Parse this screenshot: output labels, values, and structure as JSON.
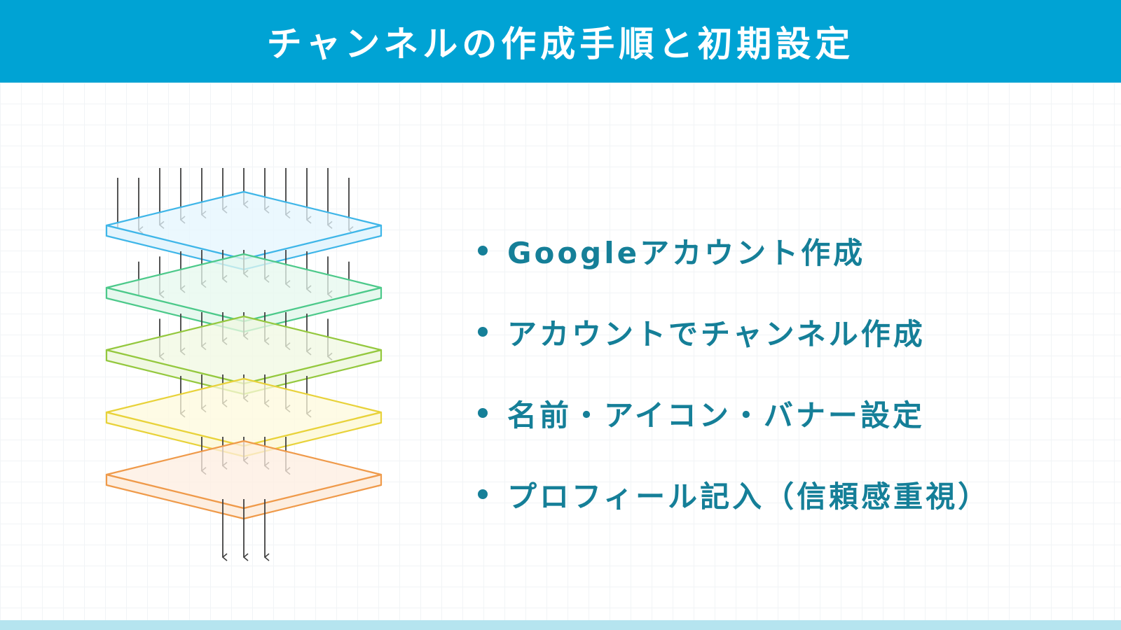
{
  "colors": {
    "header_bg": "#00a3d4",
    "text": "#157f98",
    "footer_bar": "#b5e4ef",
    "arrow": "#404040",
    "layers": [
      {
        "stroke": "#3fb6e8",
        "fill": "#e4f5fd"
      },
      {
        "stroke": "#4cc98a",
        "fill": "#e6f8ee"
      },
      {
        "stroke": "#94c83e",
        "fill": "#f0f8e2"
      },
      {
        "stroke": "#e8d23a",
        "fill": "#fdf9dc"
      },
      {
        "stroke": "#ef9a4a",
        "fill": "#fdeee0"
      }
    ]
  },
  "header": {
    "title": "チャンネルの作成手順と初期設定"
  },
  "diagram": {
    "type": "stacked-layer-filter",
    "layer_count": 5
  },
  "bullets": [
    {
      "text": "Googleアカウント作成"
    },
    {
      "text": "アカウントでチャンネル作成"
    },
    {
      "text": "名前・アイコン・バナー設定"
    },
    {
      "text": "プロフィール記入（信頼感重視）"
    }
  ]
}
